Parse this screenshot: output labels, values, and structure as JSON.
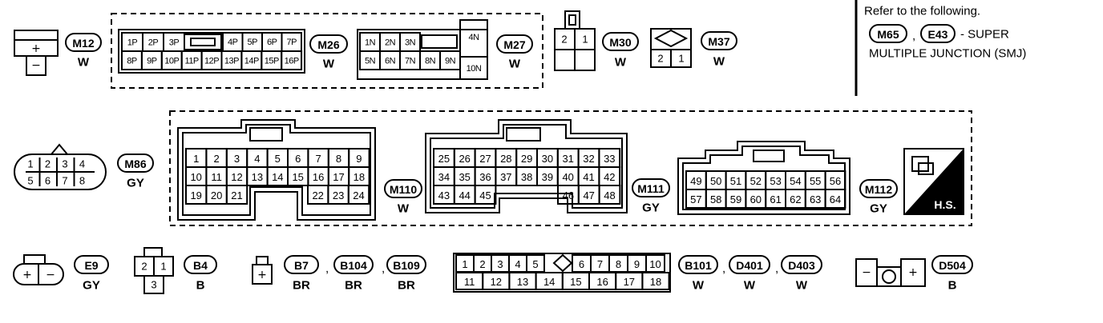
{
  "note": {
    "line1": "Refer to the following.",
    "ref1": "M65",
    "sep": ",",
    "ref2": "E43",
    "line2_rest": "- SUPER",
    "line3": "MULTIPLE JUNCTION (SMJ)"
  },
  "symbols": {
    "plus": "+",
    "minus": "−"
  },
  "m12": {
    "id": "M12",
    "color": "W"
  },
  "m26": {
    "id": "M26",
    "color": "W",
    "row1": [
      "1P",
      "2P",
      "3P",
      "",
      "4P",
      "5P",
      "6P",
      "7P"
    ],
    "row2": [
      "8P",
      "9P",
      "10P",
      "11P",
      "12P",
      "13P",
      "14P",
      "15P",
      "16P"
    ]
  },
  "m27": {
    "id": "M27",
    "color": "W",
    "row1": [
      "1N",
      "2N",
      "3N"
    ],
    "row1b": [
      "4N"
    ],
    "row2": [
      "5N",
      "6N",
      "7N",
      "8N",
      "9N"
    ],
    "row2b": [
      "10N"
    ]
  },
  "m30": {
    "id": "M30",
    "color": "W",
    "pins": [
      "2",
      "1"
    ]
  },
  "m37": {
    "id": "M37",
    "color": "W",
    "pins": [
      "2",
      "1"
    ]
  },
  "m86": {
    "id": "M86",
    "color": "GY",
    "row1": [
      "1",
      "2",
      "3",
      "4"
    ],
    "row2": [
      "5",
      "6",
      "7",
      "8"
    ]
  },
  "m110": {
    "id": "M110",
    "color": "W",
    "row1": [
      "1",
      "2",
      "3",
      "4",
      "5",
      "6",
      "7",
      "8",
      "9"
    ],
    "row2": [
      "10",
      "11",
      "12",
      "13",
      "14",
      "15",
      "16",
      "17",
      "18"
    ],
    "row3a": [
      "19",
      "20",
      "21"
    ],
    "row3b": [
      "22",
      "23",
      "24"
    ]
  },
  "m111": {
    "id": "M111",
    "color": "GY",
    "row1": [
      "25",
      "26",
      "27",
      "28",
      "29",
      "30",
      "31",
      "32",
      "33"
    ],
    "row2": [
      "34",
      "35",
      "36",
      "37",
      "38",
      "39",
      "40",
      "41",
      "42"
    ],
    "row3a": [
      "43",
      "44",
      "45"
    ],
    "row3b": [
      "46",
      "47",
      "48"
    ]
  },
  "m112": {
    "id": "M112",
    "color": "GY",
    "row1": [
      "49",
      "50",
      "51",
      "52",
      "53",
      "54",
      "55",
      "56"
    ],
    "row2": [
      "57",
      "58",
      "59",
      "60",
      "61",
      "62",
      "63",
      "64"
    ]
  },
  "hs": {
    "label": "H.S."
  },
  "e9": {
    "id": "E9",
    "color": "GY"
  },
  "b4": {
    "id": "B4",
    "color": "B",
    "pins": [
      "2",
      "1",
      "3"
    ]
  },
  "b7group": {
    "ids": [
      "B7",
      "B104",
      "B109"
    ],
    "colors": [
      "BR",
      "BR",
      "BR"
    ],
    "sep": ","
  },
  "b101group": {
    "ids": [
      "B101",
      "D401",
      "D403"
    ],
    "colors": [
      "W",
      "W",
      "W"
    ],
    "sep": ",",
    "row1a": [
      "1",
      "2",
      "3",
      "4",
      "5"
    ],
    "row1b": [
      "6",
      "7",
      "8",
      "9",
      "10"
    ],
    "row2": [
      "11",
      "12",
      "13",
      "14",
      "15",
      "16",
      "17",
      "18"
    ]
  },
  "d504": {
    "id": "D504",
    "color": "B"
  }
}
